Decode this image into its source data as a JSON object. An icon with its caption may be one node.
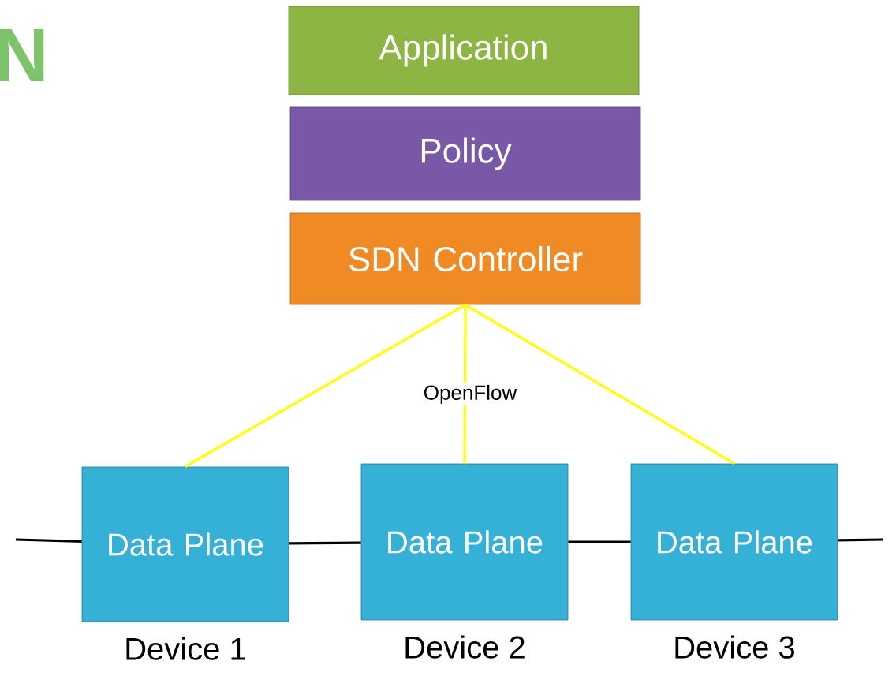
{
  "diagram": {
    "nodes": [
      {
        "text": [
          "Application"
        ]
      },
      {
        "text": [
          "Policy"
        ]
      },
      {
        "text": [
          "SDN Controller"
        ]
      },
      {
        "text": [
          "Data Plane"
        ],
        "beside": [
          "Device 1"
        ]
      },
      {
        "text": [
          "Data Plane"
        ],
        "beside": [
          "Device 2"
        ]
      },
      {
        "text": [
          "Data Plane"
        ],
        "beside": [
          "Device 3"
        ]
      }
    ],
    "edges": [
      {
        "from": 2,
        "to": 3,
        "arrow": "none",
        "color": "#ffff00"
      },
      {
        "from": 2,
        "to": 4,
        "arrow": "none",
        "color": "#ffff00",
        "label": "OpenFlow"
      },
      {
        "from": 2,
        "to": 5,
        "arrow": "none",
        "color": "#ffff00"
      },
      {
        "from": null,
        "to": 3,
        "arrow": "none"
      },
      {
        "from": 3,
        "to": 4,
        "arrow": "none"
      },
      {
        "from": 4,
        "to": 5,
        "arrow": "none"
      },
      {
        "from": 5,
        "to": null,
        "arrow": "none"
      }
    ],
    "labels": [
      "N"
    ]
  }
}
